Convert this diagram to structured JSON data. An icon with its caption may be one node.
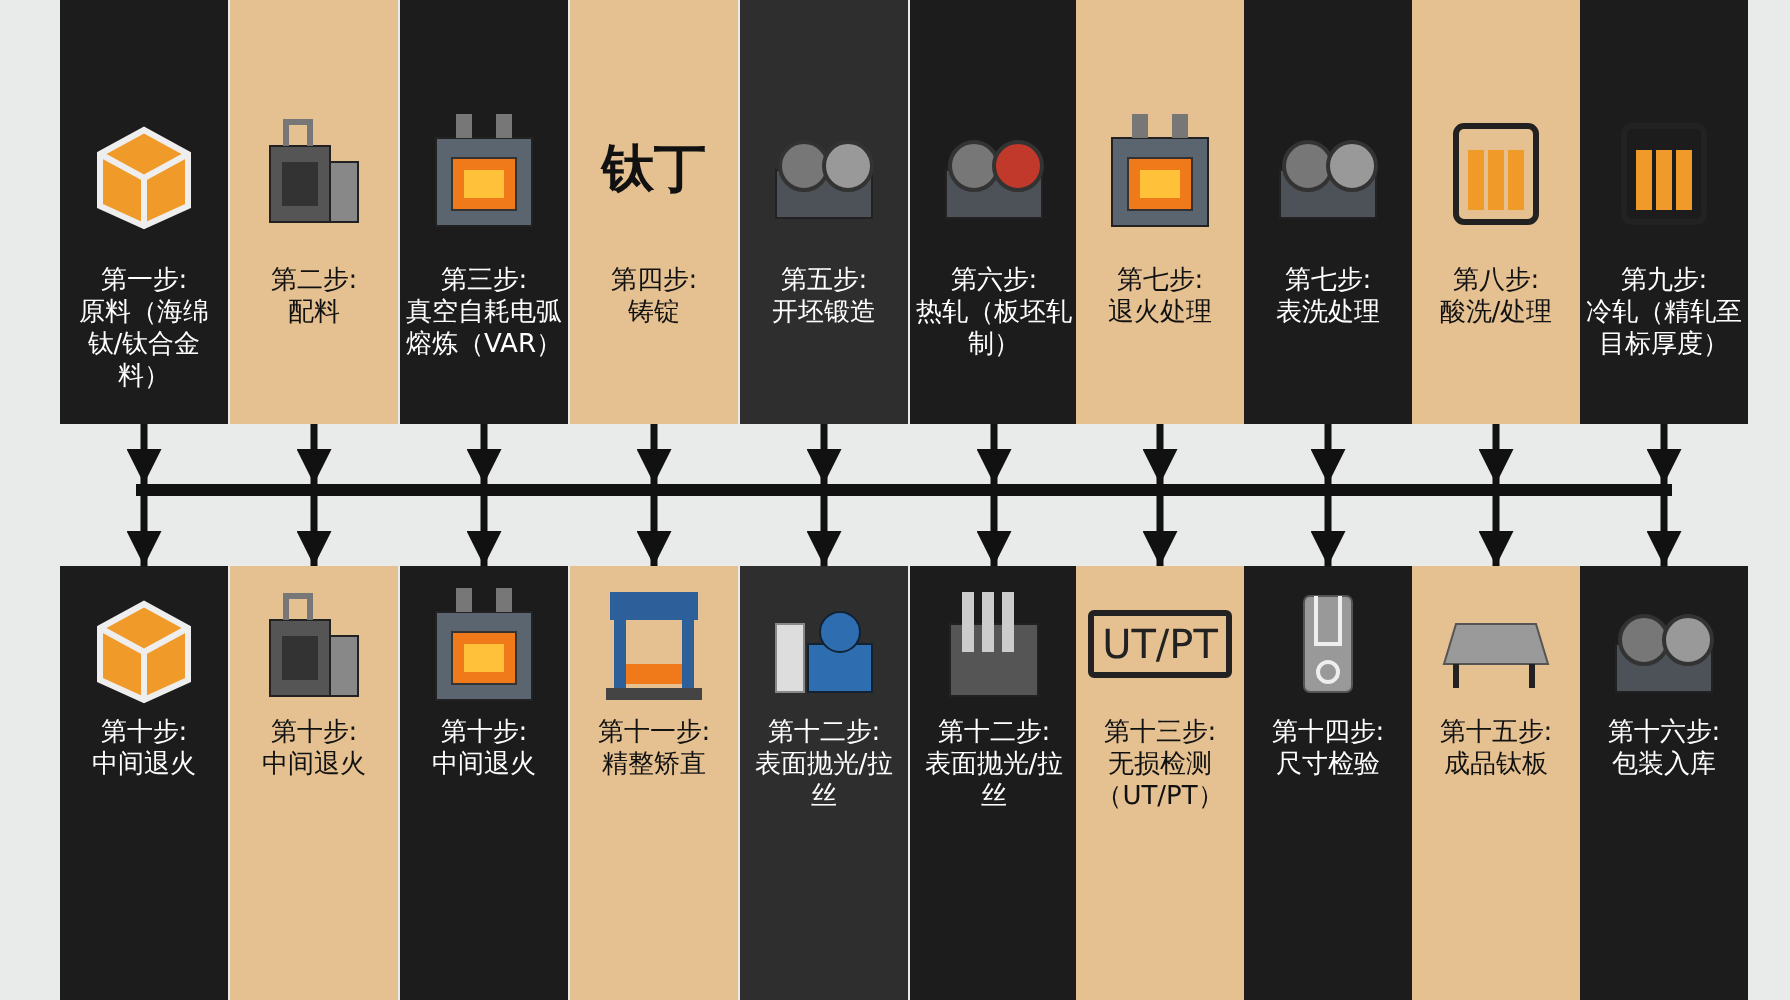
{
  "diagram": {
    "nodes": [
      {
        "text": [
          "第一步:",
          "原料（海绵钛/钛合金料）"
        ]
      },
      {
        "text": [
          "第二步:",
          "配料"
        ]
      },
      {
        "text": [
          "第三步:",
          "真空自耗电弧熔炼（VAR）"
        ]
      },
      {
        "text": [
          "钛丁",
          "第四步:",
          "铸锭"
        ]
      },
      {
        "text": [
          "第五步:",
          "开坯锻造"
        ]
      },
      {
        "text": [
          "第六步:",
          "热轧（板坯轧制）"
        ]
      },
      {
        "text": [
          "第七步:",
          "退火处理"
        ]
      },
      {
        "text": [
          "第七步:",
          "表洗处理"
        ]
      },
      {
        "text": [
          "第八步:",
          "酸洗/处理"
        ]
      },
      {
        "text": [
          "第九步:",
          "冷轧（精轧至目标厚度）"
        ]
      },
      {
        "text": [],
        "shape": "bar"
      },
      {
        "text": [
          "第十步:",
          "中间退火"
        ]
      },
      {
        "text": [
          "第十步:",
          "中间退火"
        ]
      },
      {
        "text": [
          "第十步:",
          "中间退火"
        ]
      },
      {
        "text": [
          "第十一步:",
          "精整矫直"
        ]
      },
      {
        "text": [
          "第十二步:",
          "表面抛光/拉丝"
        ]
      },
      {
        "text": [
          "第十二步:",
          "表面抛光/拉丝"
        ]
      },
      {
        "text": [
          "UT/PT",
          "第十三步:",
          "无损检测（UT/PT）"
        ]
      },
      {
        "text": [
          "第十四步:",
          "尺寸检验"
        ]
      },
      {
        "text": [
          "第十五步:",
          "成品钛板"
        ]
      },
      {
        "text": [
          "第十六步:",
          "包装入库"
        ]
      }
    ],
    "edges": [
      {
        "from": 0,
        "to": 10,
        "arrow": "to"
      },
      {
        "from": 1,
        "to": 10,
        "arrow": "to"
      },
      {
        "from": 2,
        "to": 10,
        "arrow": "to"
      },
      {
        "from": 3,
        "to": 10,
        "arrow": "to"
      },
      {
        "from": 4,
        "to": 10,
        "arrow": "to"
      },
      {
        "from": 5,
        "to": 10,
        "arrow": "to"
      },
      {
        "from": 6,
        "to": 10,
        "arrow": "to"
      },
      {
        "from": 7,
        "to": 10,
        "arrow": "to"
      },
      {
        "from": 8,
        "to": 10,
        "arrow": "to"
      },
      {
        "from": 9,
        "to": 10,
        "arrow": "to"
      },
      {
        "from": 10,
        "to": 11,
        "arrow": "to"
      },
      {
        "from": 10,
        "to": 12,
        "arrow": "to"
      },
      {
        "from": 10,
        "to": 13,
        "arrow": "to"
      },
      {
        "from": 10,
        "to": 14,
        "arrow": "to"
      },
      {
        "from": 10,
        "to": 15,
        "arrow": "to"
      },
      {
        "from": 10,
        "to": 16,
        "arrow": "to"
      },
      {
        "from": 10,
        "to": 17,
        "arrow": "to"
      },
      {
        "from": 10,
        "to": 18,
        "arrow": "to"
      },
      {
        "from": 10,
        "to": 19,
        "arrow": "to"
      },
      {
        "from": 10,
        "to": 20,
        "arrow": "to"
      }
    ]
  }
}
